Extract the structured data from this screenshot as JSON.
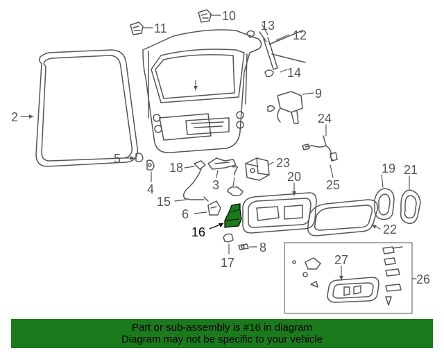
{
  "diagram": {
    "callouts": {
      "c2": "2",
      "c3": "3",
      "c4": "4",
      "c5": "5",
      "c6": "6",
      "c7": "7",
      "c8": "8",
      "c9": "9",
      "c10": "10",
      "c11": "11",
      "c12": "12",
      "c13": "13",
      "c14": "14",
      "c15": "15",
      "c16": "16",
      "c17": "17",
      "c18": "18",
      "c19": "19",
      "c20": "20",
      "c21": "21",
      "c22": "22",
      "c23": "23",
      "c24": "24",
      "c25": "25",
      "c26": "26",
      "c27": "27"
    },
    "highlighted_part": "16",
    "colors": {
      "line": "#555555",
      "highlight_fill": "#1b7a1b",
      "banner": "#1b7a1b"
    }
  },
  "banner": {
    "line1": "Part or sub-assembly is #16 in diagram",
    "line2": "Diagram may not be specific to your vehicle"
  }
}
